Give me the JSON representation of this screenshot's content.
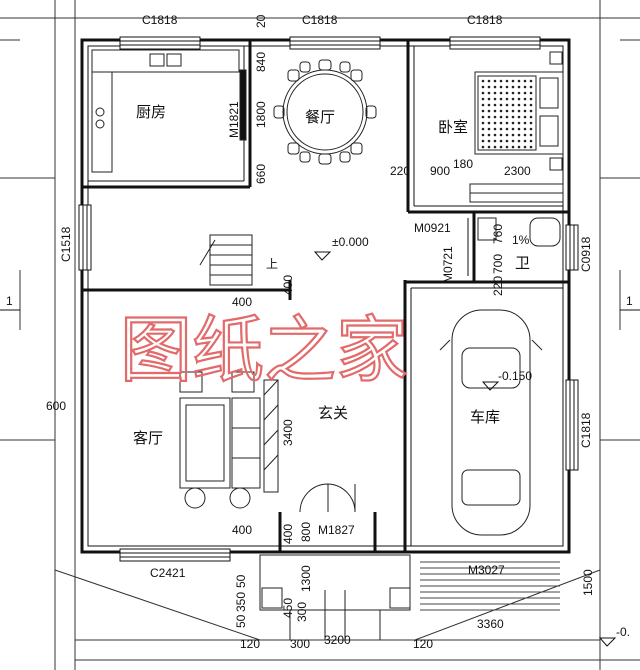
{
  "plan": {
    "windows_top": [
      "C1818",
      "C1818",
      "C1818"
    ],
    "window_left": "C1518",
    "window_bath": "C0918",
    "window_garage": "C1818",
    "window_bottom": "C2421",
    "doors": {
      "kitchen": "M1821",
      "bedroom": "M0921",
      "bath": "M0721",
      "entry": "M1827",
      "garage": "M3027"
    },
    "rooms": {
      "kitchen": "厨房",
      "dining": "餐厅",
      "bedroom": "卧室",
      "bath": "卫",
      "living": "客厅",
      "foyer": "玄关",
      "garage": "车库"
    },
    "levels": {
      "main": "±0.000",
      "garage": "-0.150",
      "outside": "-0."
    },
    "bath_slope": "1%",
    "axis_label": "1",
    "stair_label": "上",
    "dims": {
      "top_20": "20",
      "dining_840": "840",
      "dining_1800": "1800",
      "dining_660": "660",
      "bed_220": "220",
      "bed_900": "900",
      "bed_180": "180",
      "bed_2300": "2300",
      "bath_760": "760",
      "bath_700": "700",
      "bath_220": "220",
      "stair_400": "400",
      "stair_400b": "400",
      "left_600": "600",
      "foyer_3400": "3400",
      "entry_400": "400",
      "entry_400b": "400",
      "entry_800": "800",
      "porch_1300": "1300",
      "porch_1500": "1500",
      "porch_50": "50",
      "porch_350": "350",
      "porch_50b": "50",
      "porch_450": "450",
      "porch_300": "300",
      "bottom_120": "120",
      "bottom_300": "300",
      "bottom_3200": "3200",
      "bottom_120b": "120",
      "bottom_3360": "3360"
    },
    "watermark": "图纸之家"
  }
}
